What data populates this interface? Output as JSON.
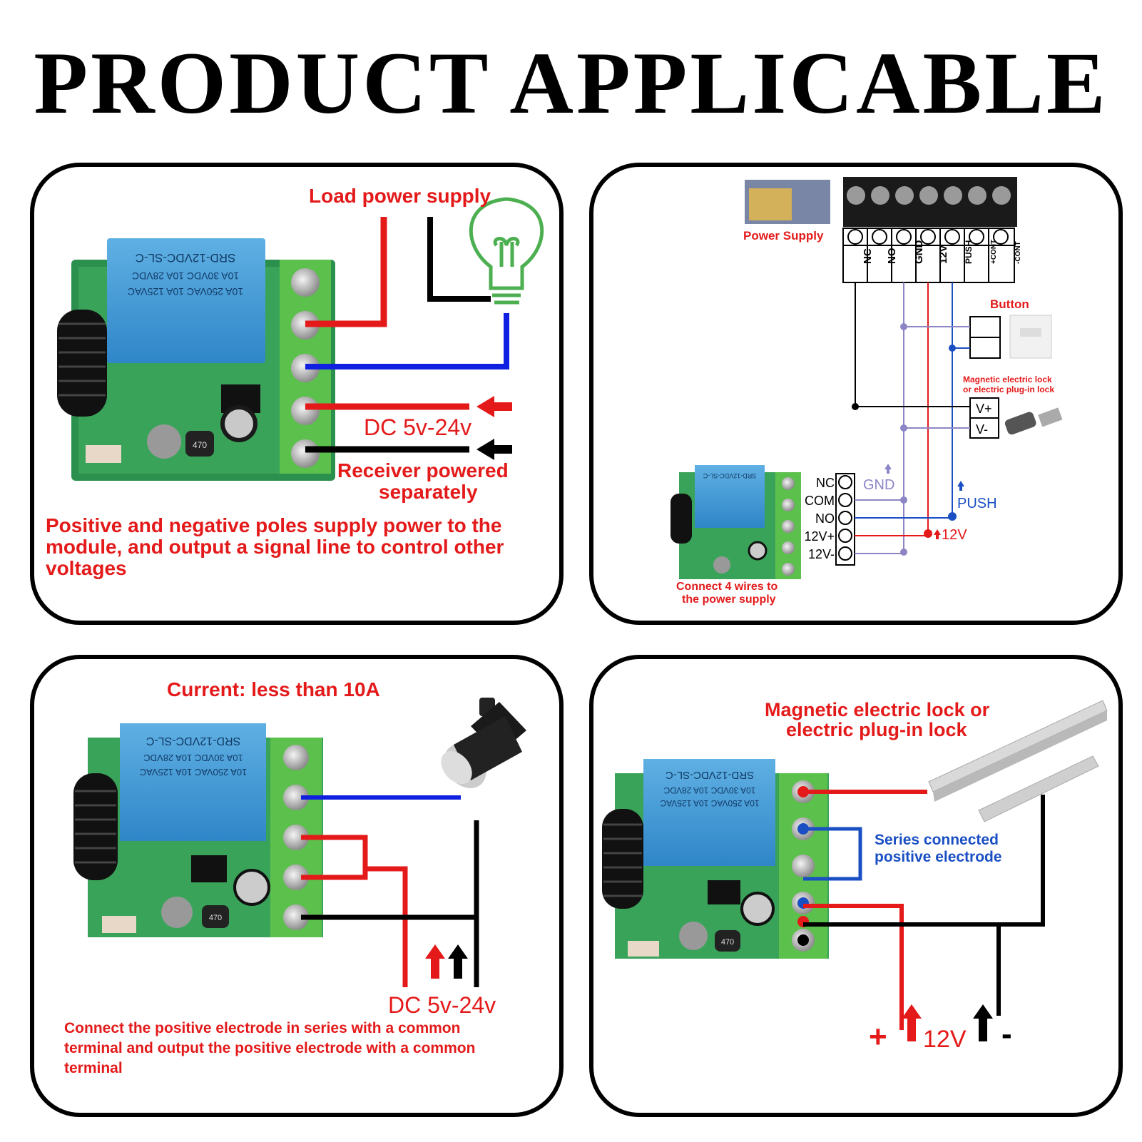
{
  "title": "PRODUCT APPLICABLE",
  "module": {
    "relay_lines": [
      "SRD-12VDC-SL-C",
      "10A 30VDC 10A 28VDC",
      "10A 250VAC 10A 125VAC"
    ],
    "inductor": "470"
  },
  "panel1": {
    "load_label": "Load power supply",
    "dc_label": "DC 5v-24v",
    "receiver_label_1": "Receiver powered",
    "receiver_label_2": "separately",
    "description_1": "Positive and negative poles supply power to the",
    "description_2": "module, and output a signal line to control other",
    "description_3": "voltages"
  },
  "panel2": {
    "power_supply_label": "Power Supply",
    "terminals": [
      "NC",
      "NO",
      "GND",
      "12V",
      "PUSH",
      "+CONT",
      "-CONT"
    ],
    "button_label": "Button",
    "lock_label_1": "Magnetic electric lock",
    "lock_label_2": "or electric plug-in lock",
    "v_plus": "V+",
    "v_minus": "V-",
    "module_terminals": [
      "NC",
      "COM",
      "NO",
      "12V+",
      "12V-"
    ],
    "gnd_label": "GND",
    "push_label": "PUSH",
    "v12_label": "12V",
    "connect_label_1": "Connect 4 wires to",
    "connect_label_2": "the power supply"
  },
  "panel3": {
    "current_label": "Current: less than 10A",
    "dc_label": "DC 5v-24v",
    "description_1": "Connect the positive electrode in series with a common",
    "description_2": "terminal and output the positive electrode with a common",
    "description_3": "terminal"
  },
  "panel4": {
    "lock_label_1": "Magnetic electric lock or",
    "lock_label_2": "electric plug-in lock",
    "series_label_1": "Series connected",
    "series_label_2": "positive electrode",
    "plus": "+",
    "v12": "12V",
    "minus": "-"
  },
  "colors": {
    "red": "#e41a1a",
    "blue": "#1a4fc4",
    "black": "#000000",
    "green": "#6cc14a",
    "purple": "#8c86c6"
  }
}
